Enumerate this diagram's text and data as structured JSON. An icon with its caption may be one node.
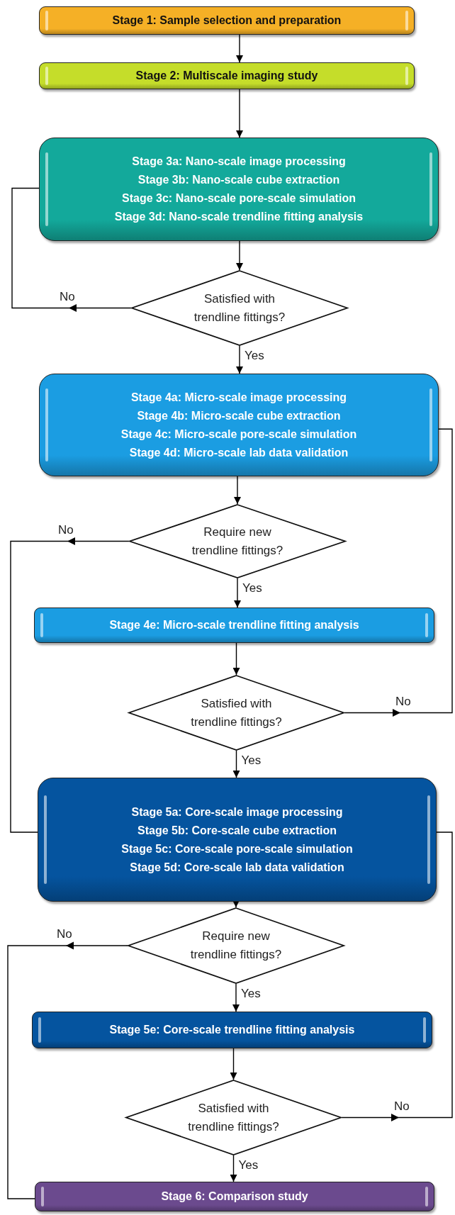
{
  "diagram": {
    "nodes": [
      {
        "text": [
          "Stage 1: Sample selection and preparation"
        ]
      },
      {
        "text": [
          "Stage 2: Multiscale imaging study"
        ]
      },
      {
        "text": [
          "Stage 3a: Nano-scale image processing",
          "Stage 3b: Nano-scale cube extraction",
          "Stage 3c: Nano-scale pore-scale simulation",
          "Stage 3d: Nano-scale trendline fitting analysis"
        ]
      },
      {
        "text": [
          "Satisfied with trendline fittings?"
        ]
      },
      {
        "text": [
          "Stage 4a: Micro-scale image processing",
          "Stage 4b: Micro-scale cube extraction",
          "Stage 4c: Micro-scale pore-scale simulation",
          "Stage 4d: Micro-scale lab data validation"
        ]
      },
      {
        "text": [
          "Require new trendline fittings?"
        ]
      },
      {
        "text": [
          "Stage 4e: Micro-scale trendline fitting analysis"
        ]
      },
      {
        "text": [
          "Satisfied with trendline fittings?"
        ]
      },
      {
        "text": [
          "Stage 5a: Core-scale image processing",
          "Stage 5b: Core-scale cube extraction",
          "Stage 5c: Core-scale pore-scale simulation",
          "Stage 5d: Core-scale lab data validation"
        ]
      },
      {
        "text": [
          "Require new trendline fittings?"
        ]
      },
      {
        "text": [
          "Stage 5e: Core-scale trendline fitting analysis"
        ]
      },
      {
        "text": [
          "Satisfied with trendline fittings?"
        ]
      },
      {
        "text": [
          "Stage 6: Comparison study"
        ]
      }
    ],
    "edges": [
      {
        "from": 0,
        "to": 1,
        "arrow": "to"
      },
      {
        "from": 1,
        "to": 2,
        "arrow": "to"
      },
      {
        "from": 2,
        "to": 3,
        "arrow": "to"
      },
      {
        "from": 3,
        "to": 4,
        "arrow": "to",
        "label": "Yes"
      },
      {
        "from": 3,
        "to": 2,
        "arrow": "to",
        "label": "No"
      },
      {
        "from": 4,
        "to": 5,
        "arrow": "to"
      },
      {
        "from": 5,
        "to": 6,
        "arrow": "to",
        "label": "Yes"
      },
      {
        "from": 5,
        "to": 8,
        "arrow": "to",
        "label": "No"
      },
      {
        "from": 6,
        "to": 7,
        "arrow": "to"
      },
      {
        "from": 7,
        "to": 8,
        "arrow": "to",
        "label": "Yes"
      },
      {
        "from": 7,
        "to": 4,
        "arrow": "to",
        "label": "No"
      },
      {
        "from": 8,
        "to": 9,
        "arrow": "to"
      },
      {
        "from": 9,
        "to": 10,
        "arrow": "to",
        "label": "Yes"
      },
      {
        "from": 9,
        "to": 12,
        "arrow": "to",
        "label": "No"
      },
      {
        "from": 10,
        "to": 11,
        "arrow": "to"
      },
      {
        "from": 11,
        "to": 12,
        "arrow": "to",
        "label": "Yes"
      },
      {
        "from": 11,
        "to": 8,
        "arrow": "to",
        "label": "No"
      }
    ]
  }
}
